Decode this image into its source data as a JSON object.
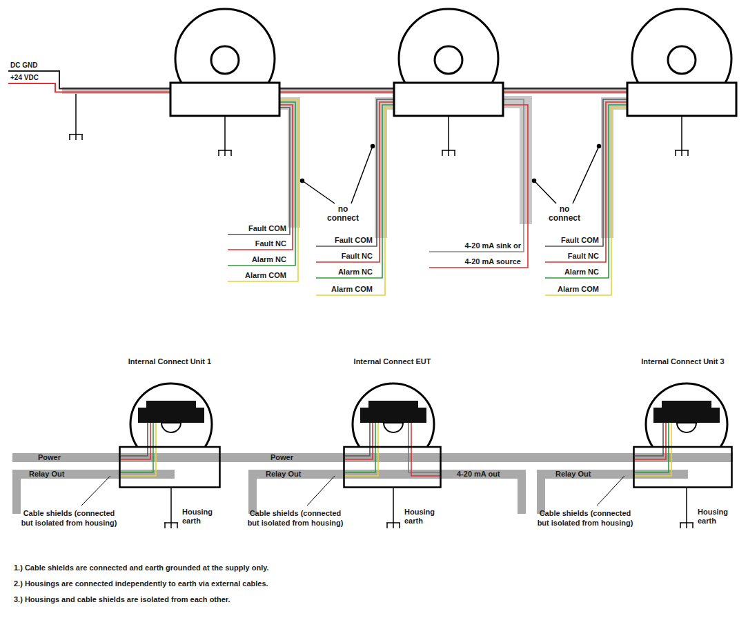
{
  "diagram": {
    "nodes": [
      {
        "text": [
          "Internal Connect Unit 1"
        ]
      },
      {
        "text": [
          "Internal Connect EUT"
        ]
      },
      {
        "text": [
          "Internal Connect Unit 3"
        ]
      }
    ],
    "edges": [
      {
        "from": 0,
        "to": 1,
        "arrow": "none",
        "label": "Power"
      },
      {
        "from": 1,
        "to": 2,
        "arrow": "none"
      }
    ],
    "labels": [
      "DC GND",
      "+24 VDC",
      "no connect",
      "no connect",
      "Fault COM",
      "Fault NC",
      "Alarm NC",
      "Alarm COM",
      "Fault COM",
      "Fault NC",
      "Alarm NC",
      "Alarm COM",
      "4-20 mA sink or",
      "4-20 mA source",
      "Fault COM",
      "Fault NC",
      "Alarm NC",
      "Alarm COM",
      "Power",
      "Relay Out",
      "Relay Out",
      "4-20 mA out",
      "Relay Out",
      "Cable shields (connected but isolated from housing)",
      "Cable shields (connected but isolated from housing)",
      "Cable shields (connected but isolated from housing)",
      "Housing earth",
      "Housing earth",
      "Housing earth",
      "1.) Cable shields are connected and earth grounded at the supply only.",
      "2.) Housings are connected independently to earth via external cables.",
      "3.) Housings and cable shields are isolated from each other."
    ]
  }
}
